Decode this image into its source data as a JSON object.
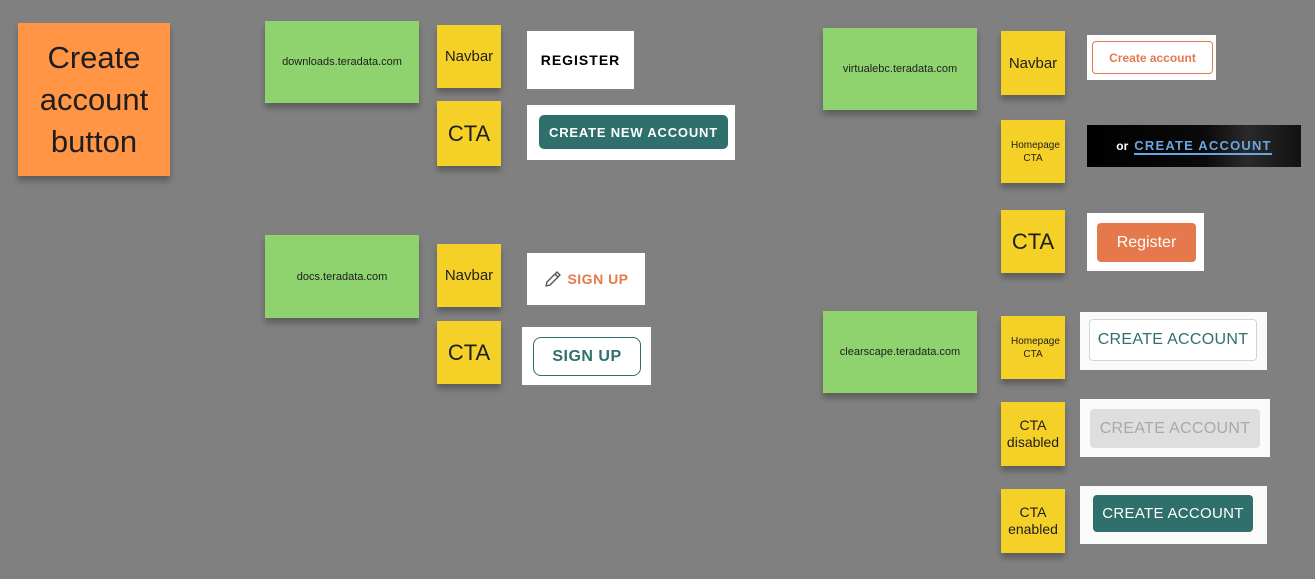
{
  "board": {
    "title": "Create account button"
  },
  "sites": {
    "downloads": {
      "name": "downloads.teradata.com",
      "navbar_label": "Navbar",
      "cta_label": "CTA",
      "navbar_button": "REGISTER",
      "cta_button": "CREATE NEW ACCOUNT"
    },
    "docs": {
      "name": "docs.teradata.com",
      "navbar_label": "Navbar",
      "cta_label": "CTA",
      "navbar_button": "SIGN UP",
      "cta_button": "SIGN UP"
    },
    "virtualebc": {
      "name": "virtualebc.teradata.com",
      "navbar_label": "Navbar",
      "homepage_cta_label": "Homepage CTA",
      "cta_label": "CTA",
      "navbar_button": "Create account",
      "homepage_prefix": "or",
      "homepage_link": "CREATE ACCOUNT",
      "cta_button": "Register"
    },
    "clearscape": {
      "name": "clearscape.teradata.com",
      "homepage_cta_label": "Homepage CTA",
      "cta_disabled_label": "CTA disabled",
      "cta_enabled_label": "CTA enabled",
      "homepage_button": "CREATE ACCOUNT",
      "disabled_button": "CREATE ACCOUNT",
      "enabled_button": "CREATE ACCOUNT"
    }
  },
  "colors": {
    "teal": "#2f6f6c",
    "orange_accent": "#e5794b",
    "link_blue": "#5b9bd5",
    "disabled_bg": "#dedede",
    "disabled_text": "#a9a9a9"
  }
}
